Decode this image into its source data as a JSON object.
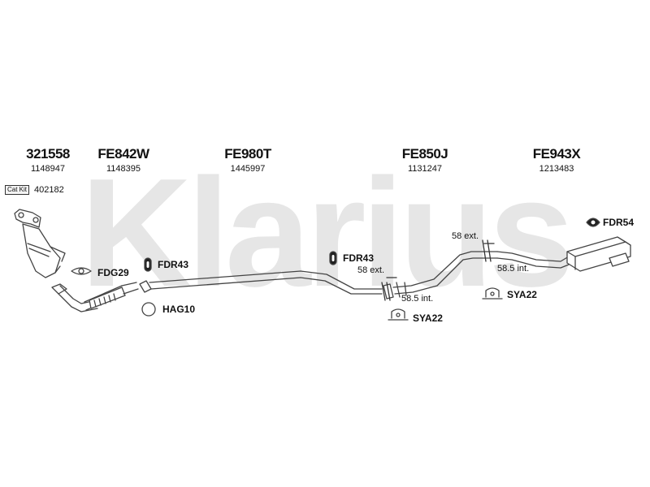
{
  "brand": "Klarius",
  "parts": [
    {
      "id": "catalyst",
      "number": "321558",
      "oem": "1148947"
    },
    {
      "id": "front-pipe",
      "number": "FE842W",
      "oem": "1148395"
    },
    {
      "id": "middle-pipe",
      "number": "FE980T",
      "oem": "1445997"
    },
    {
      "id": "intermediate",
      "number": "FE850J",
      "oem": "1131247"
    },
    {
      "id": "rear-box",
      "number": "FE943X",
      "oem": "1213483"
    }
  ],
  "cat_kit": {
    "label": "Cat Kit",
    "number": "402182"
  },
  "fittings": {
    "fdg29": "FDG29",
    "fdr43_a": "FDR43",
    "fdr43_b": "FDR43",
    "fdr54": "FDR54",
    "hag10": "HAG10",
    "sya22_a": "SYA22",
    "sya22_b": "SYA22"
  },
  "dimensions": {
    "ext_a": "58 ext.",
    "int_a": "58.5 int.",
    "ext_b": "58 ext.",
    "int_b": "58.5 int."
  },
  "colors": {
    "watermark": "#e6e6e6",
    "line": "#444444",
    "fill": "#ffffff"
  }
}
